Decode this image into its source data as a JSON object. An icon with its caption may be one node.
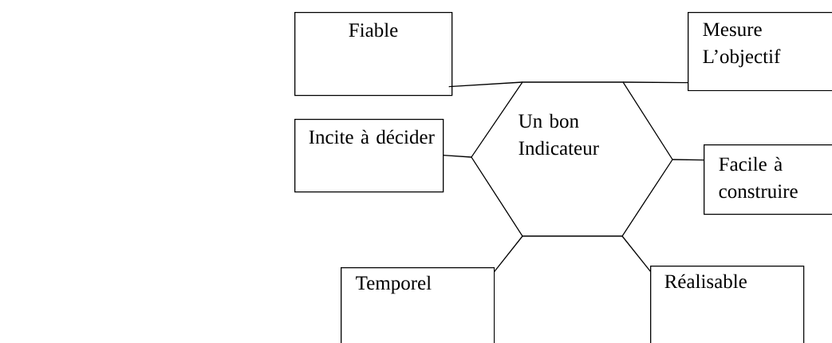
{
  "diagram": {
    "nodes": [
      {
        "text": [
          "Fiable"
        ]
      },
      {
        "text": [
          "Mesure L’objectif"
        ]
      },
      {
        "text": [
          "Incite à décider"
        ]
      },
      {
        "text": [
          "Un bon Indicateur"
        ]
      },
      {
        "text": [
          "Facile à construire"
        ]
      },
      {
        "text": [
          "Temporel"
        ]
      },
      {
        "text": [
          "Réalisable"
        ]
      }
    ],
    "edges": [
      {
        "from": 0,
        "to": 3,
        "arrow": "none"
      },
      {
        "from": 3,
        "to": 1,
        "arrow": "none"
      },
      {
        "from": 2,
        "to": 3,
        "arrow": "none"
      },
      {
        "from": 3,
        "to": 4,
        "arrow": "none"
      },
      {
        "from": 3,
        "to": 5,
        "arrow": "none"
      },
      {
        "from": 3,
        "to": 6,
        "arrow": "none"
      }
    ]
  }
}
